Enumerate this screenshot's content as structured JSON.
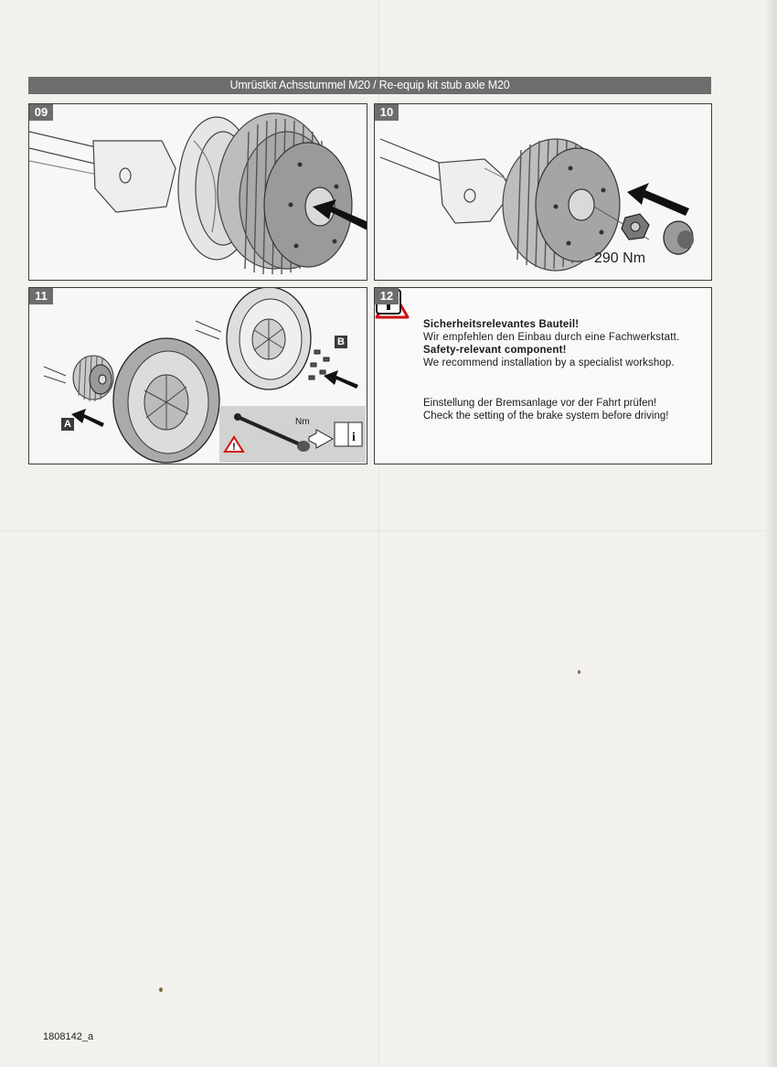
{
  "header": {
    "title": "Umrüstkit Achsstummel M20 / Re-equip kit stub axle M20"
  },
  "steps": [
    {
      "number": "09"
    },
    {
      "number": "10",
      "torque": "290 Nm"
    },
    {
      "number": "11",
      "label_a": "A",
      "label_b": "B",
      "inset_unit": "Nm",
      "inset_icon": "info-book-icon"
    },
    {
      "number": "12"
    }
  ],
  "safety": {
    "title_de": "Sicherheitsrelevantes Bauteil!",
    "body_de": "Wir empfehlen den Einbau durch eine Fachwerkstatt.",
    "title_en": "Safety-relevant component!",
    "body_en": "We recommend installation by a specialist workshop.",
    "icon": "warning-triangle-icon"
  },
  "brake_check": {
    "text_de": "Einstellung der Bremsanlage vor der Fahrt prüfen!",
    "text_en": "Check the setting of the brake system before driving!",
    "icon": "test-tool-icon"
  },
  "footer": {
    "doc_number": "1808142_a"
  }
}
